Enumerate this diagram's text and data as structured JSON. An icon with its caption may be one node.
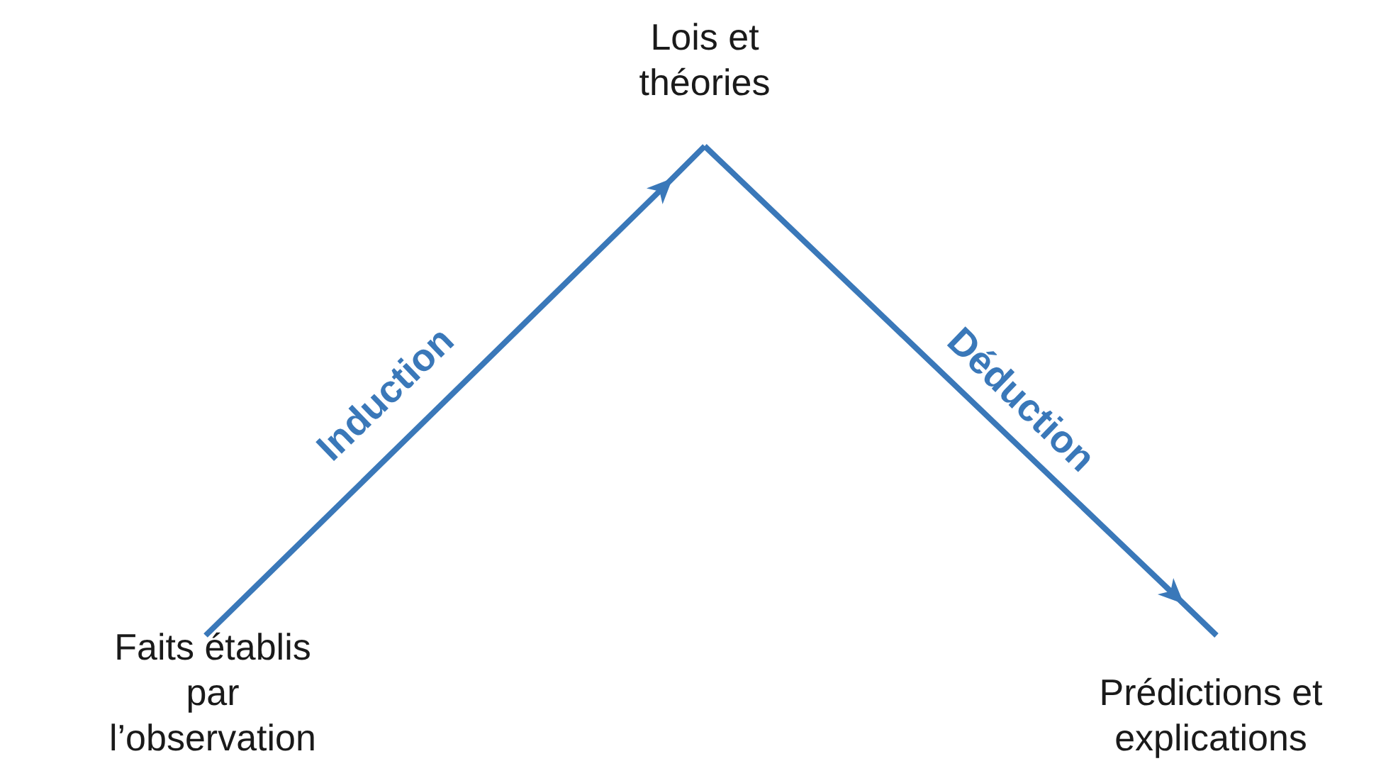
{
  "diagram": {
    "nodes": [
      {
        "text": [
          "Faits établis par l’observation"
        ]
      },
      {
        "text": [
          "Lois et théories"
        ]
      },
      {
        "text": [
          "Prédictions et explications"
        ]
      }
    ],
    "edges": [
      {
        "from": 0,
        "to": 1,
        "arrow": "to",
        "label": "Induction"
      },
      {
        "from": 1,
        "to": 2,
        "arrow": "to",
        "label": "Déduction"
      }
    ]
  }
}
